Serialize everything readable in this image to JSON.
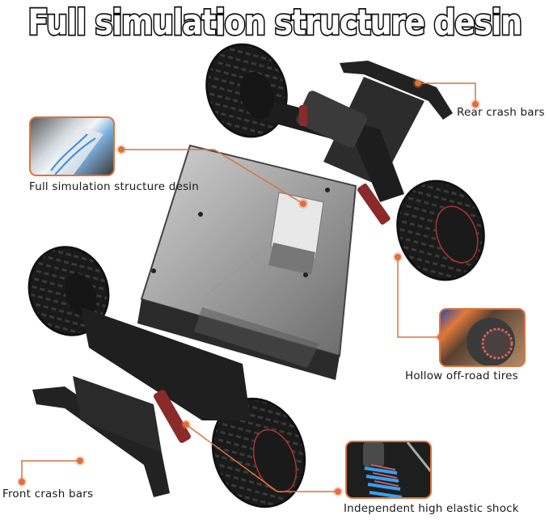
{
  "title": "Full simulation structure desin",
  "accent_color": "#d9743f",
  "callouts": [
    {
      "id": "rear-crash-bars",
      "label": "Rear crash bars"
    },
    {
      "id": "full-simulation-structure",
      "label": "Full simulation structure desin"
    },
    {
      "id": "hollow-off-road-tires",
      "label": "Hollow off-road tires"
    },
    {
      "id": "front-crash-bars",
      "label": "Front crash bars"
    },
    {
      "id": "independent-shock",
      "label": "Independent high elastic shock"
    }
  ],
  "main_image": "rc-car-chassis-top-view"
}
